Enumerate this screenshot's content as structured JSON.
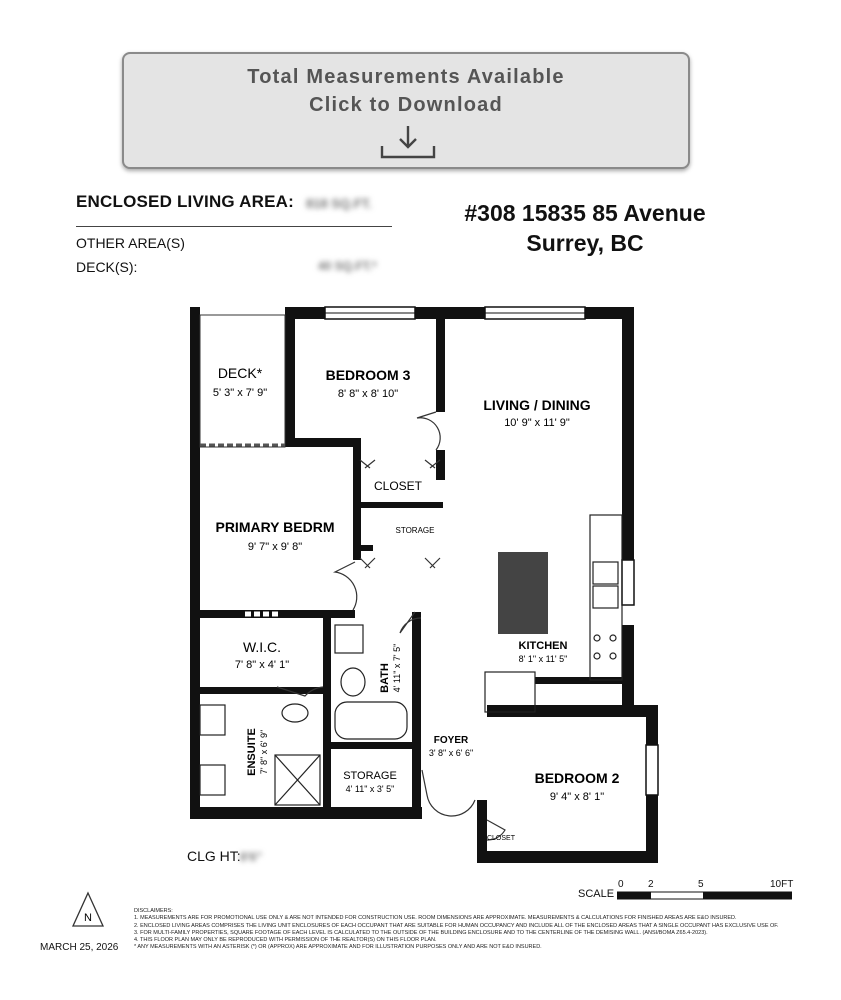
{
  "banner": {
    "line1": "Total Measurements Available",
    "line2": "Click to Download",
    "icon": "download-icon"
  },
  "area": {
    "enclosed_label": "ENCLOSED LIVING AREA:",
    "enclosed_value": "818 SQ.FT.",
    "other_label": "OTHER AREA(S)",
    "deck_label": "DECK(S):",
    "deck_value": "40 SQ.FT.*"
  },
  "address": {
    "line1": "#308 15835 85 Avenue",
    "line2": "Surrey, BC"
  },
  "rooms": {
    "deck_name": "DECK*",
    "deck_dim": "5' 3\" x 7' 9\"",
    "bed3_name": "BEDROOM 3",
    "bed3_dim": "8' 8\" x 8' 10\"",
    "living_name": "LIVING / DINING",
    "living_dim": "10' 9\" x 11' 9\"",
    "closet_name": "CLOSET",
    "primary_name": "PRIMARY BEDRM",
    "primary_dim": "9' 7\" x 9' 8\"",
    "storage_small": "STORAGE",
    "kitchen_name": "KITCHEN",
    "kitchen_dim": "8' 1\" x 11' 5\"",
    "wic_name": "W.I.C.",
    "wic_dim": "7' 8\" x 4' 1\"",
    "bath_name": "BATH",
    "bath_dim": "4' 11\" x 7' 5\"",
    "ensuite_name": "ENSUITE",
    "ensuite_dim": "7' 8\" x 6' 9\"",
    "foyer_name": "FOYER",
    "foyer_dim": "3' 8\" x 6' 6\"",
    "bed2_name": "BEDROOM 2",
    "bed2_dim": "9' 4\" x 8' 1\"",
    "storage2_name": "STORAGE",
    "storage2_dim": "4' 11\" x 3' 5\"",
    "closet2_name": "CLOSET"
  },
  "ceiling": {
    "label": "CLG HT:",
    "value": "8'6\""
  },
  "scale": {
    "label": "SCALE",
    "ticks": [
      "0",
      "2",
      "5",
      "10FT"
    ]
  },
  "compass": {
    "letter": "N"
  },
  "date": "MARCH 25, 2026",
  "disclaimers": {
    "title": "DISCLAIMERS:",
    "lines": [
      "1. MEASUREMENTS ARE FOR PROMOTIONAL USE ONLY & ARE NOT INTENDED FOR CONSTRUCTION USE. ROOM DIMENSIONS ARE APPROXIMATE. MEASUREMENTS & CALCULATIONS FOR FINISHED AREAS ARE E&O INSURED.",
      "2. ENCLOSED LIVING AREAS COMPRISES THE LIVING UNIT ENCLOSURES OF EACH OCCUPANT THAT ARE SUITABLE FOR HUMAN OCCUPANCY AND INCLUDE ALL OF THE ENCLOSED AREAS THAT A SINGLE OCCUPANT HAS EXCLUSIVE USE OF.",
      "3. FOR MULTI-FAMILY PROPERTIES, SQUARE FOOTAGE OF EACH LEVEL IS CALCULATED TO THE OUTSIDE OF THE BUILDING ENCLOSURE AND TO THE CENTERLINE OF THE DEMISING WALL. (ANSI/BOMA Z65.4-2023).",
      "4. THIS FLOOR PLAN MAY ONLY BE REPRODUCED WITH PERMISSION OF THE REALTOR(S) ON THIS FLOOR PLAN.",
      "* ANY MEASUREMENTS WITH AN ASTERISK (*) OR (APPROX) ARE APPROXIMATE AND FOR ILLUSTRATION PURPOSES ONLY AND ARE NOT E&O INSURED."
    ]
  }
}
